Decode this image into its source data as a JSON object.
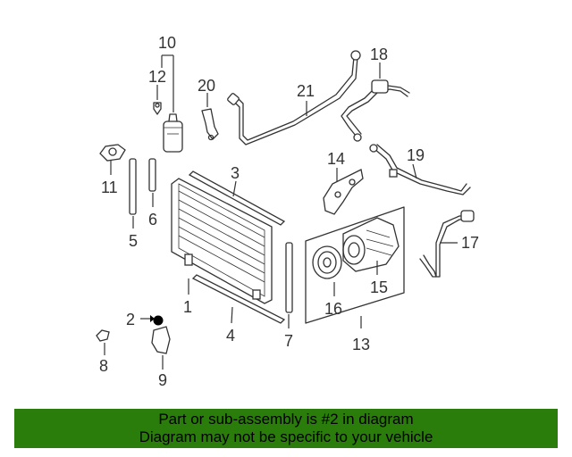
{
  "diagram": {
    "callouts": {
      "c1": "1",
      "c2": "2",
      "c3": "3",
      "c4": "4",
      "c5": "5",
      "c6": "6",
      "c7": "7",
      "c8": "8",
      "c9": "9",
      "c10": "10",
      "c11": "11",
      "c12": "12",
      "c13": "13",
      "c14": "14",
      "c15": "15",
      "c16": "16",
      "c17": "17",
      "c18": "18",
      "c19": "19",
      "c20": "20",
      "c21": "21"
    },
    "highlight_color": "#000000"
  },
  "banner": {
    "line1": "Part or sub-assembly is #2 in diagram",
    "line2": "Diagram may not be specific to your vehicle",
    "background": "#2a7d0a"
  }
}
